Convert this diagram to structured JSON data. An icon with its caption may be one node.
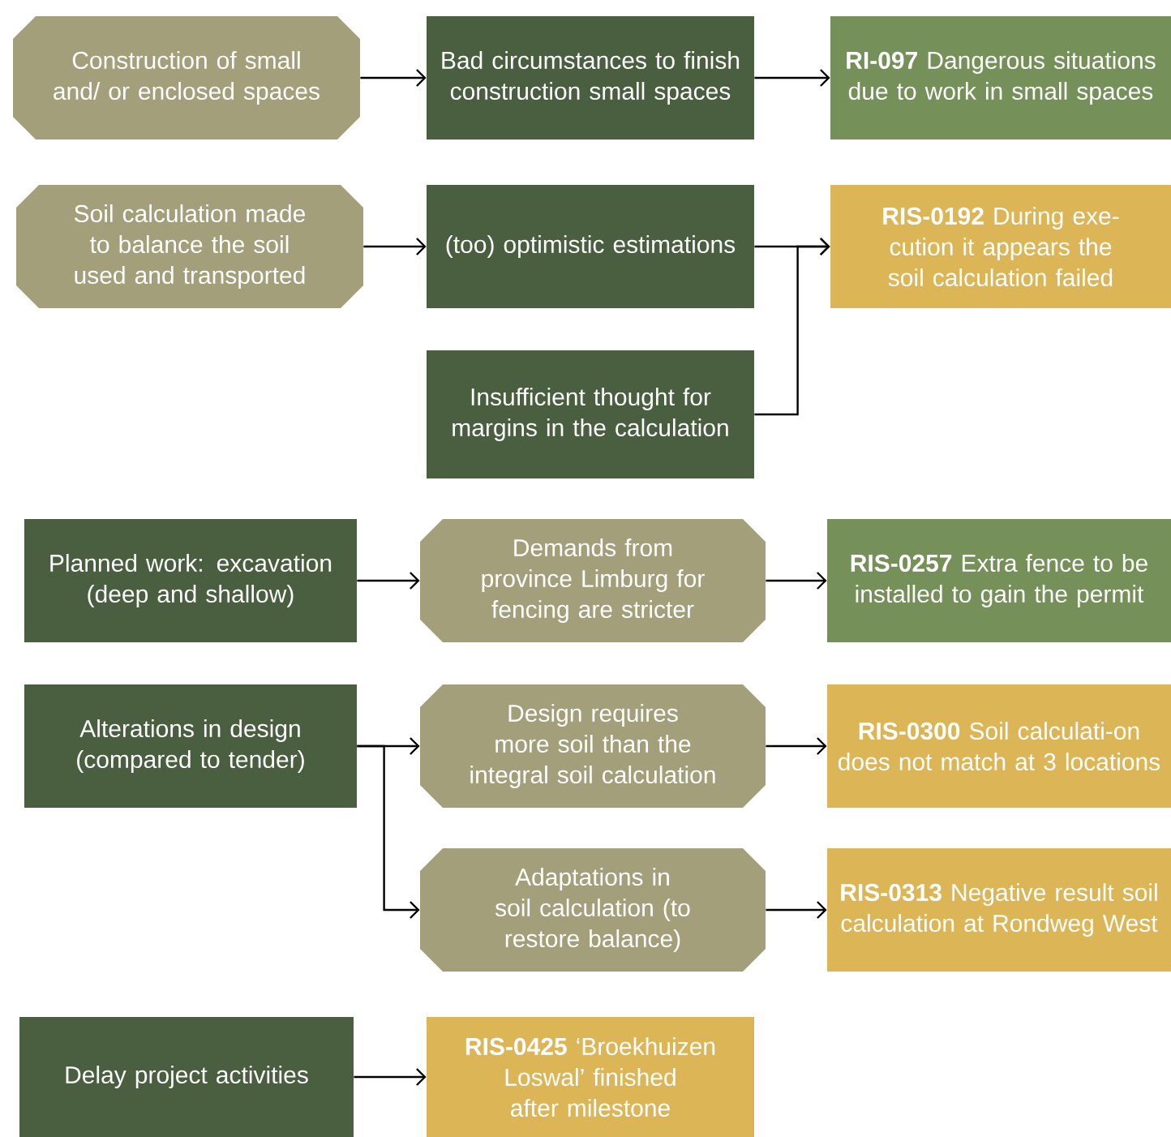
{
  "diagram": {
    "nodes": [
      {
        "text": [
          "Construction of small and/ or enclosed spaces"
        ]
      },
      {
        "text": [
          "Bad circumstances to finish construction small spaces"
        ]
      },
      {
        "text": [
          "**RI-097** Dangerous situations due to work in small spaces"
        ]
      },
      {
        "text": [
          "Soil calculation made to balance the soil used and transported"
        ]
      },
      {
        "text": [
          "(too) optimistic estimations"
        ]
      },
      {
        "text": [
          "**RIS-0192** During exe-cution it appears the soil calculation failed"
        ]
      },
      {
        "text": [
          "Insufficient thought for margins in the calculation"
        ]
      },
      {
        "text": [
          "Planned work: excavation (deep and shallow)"
        ]
      },
      {
        "text": [
          "Demands from province Limburg for fencing are stricter"
        ]
      },
      {
        "text": [
          "**RIS-0257** Extra fence to be installed to gain the permit"
        ]
      },
      {
        "text": [
          "Alterations in design (compared to tender)"
        ]
      },
      {
        "text": [
          "Design requires more soil than the integral soil calculation"
        ]
      },
      {
        "text": [
          "**RIS-0300** Soil calculati-on does not match at 3 locations"
        ]
      },
      {
        "text": [
          "Adaptations in soil calculation (to restore balance)"
        ]
      },
      {
        "text": [
          "**RIS-0313** Negative result soil calculation at Rondweg West"
        ]
      },
      {
        "text": [
          "Delay project activities"
        ]
      },
      {
        "text": [
          "**RIS-0425** ‘Broekhuizen Loswal’ finished after milestone"
        ]
      }
    ],
    "edges": [
      {
        "from": 0,
        "to": 1,
        "arrow": "to"
      },
      {
        "from": 1,
        "to": 2,
        "arrow": "to"
      },
      {
        "from": 3,
        "to": 4,
        "arrow": "to"
      },
      {
        "from": 4,
        "to": 5,
        "arrow": "to"
      },
      {
        "from": 6,
        "to": 5,
        "arrow": "to"
      },
      {
        "from": 7,
        "to": 8,
        "arrow": "to"
      },
      {
        "from": 8,
        "to": 9,
        "arrow": "to"
      },
      {
        "from": 10,
        "to": 11,
        "arrow": "to"
      },
      {
        "from": 10,
        "to": 13,
        "arrow": "to"
      },
      {
        "from": 11,
        "to": 12,
        "arrow": "to"
      },
      {
        "from": 13,
        "to": 14,
        "arrow": "to"
      },
      {
        "from": 15,
        "to": 16,
        "arrow": "to"
      }
    ]
  }
}
